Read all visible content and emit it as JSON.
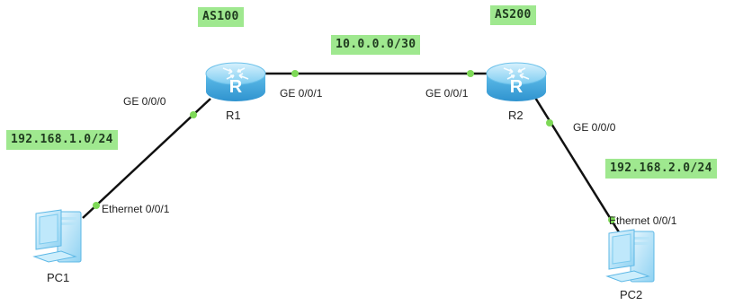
{
  "routers": {
    "r1": {
      "name": "R1",
      "as": "AS100"
    },
    "r2": {
      "name": "R2",
      "as": "AS200"
    }
  },
  "pcs": {
    "pc1": {
      "name": "PC1"
    },
    "pc2": {
      "name": "PC2"
    }
  },
  "networks": {
    "lan1": "192.168.1.0/24",
    "wan": "10.0.0.0/30",
    "lan2": "192.168.2.0/24"
  },
  "ports": {
    "r1_ge000": "GE 0/0/0",
    "r1_ge001": "GE 0/0/1",
    "r2_ge001": "GE 0/0/1",
    "r2_ge000": "GE 0/0/0",
    "pc1_eth": "Ethernet 0/0/1",
    "pc2_eth": "Ethernet 0/0/1"
  },
  "router_glyph": "R",
  "colors": {
    "tag_bg": "#9fe88f",
    "port_dot": "#7ed957",
    "router_blue": "#4aa9dd",
    "link": "#111111"
  }
}
